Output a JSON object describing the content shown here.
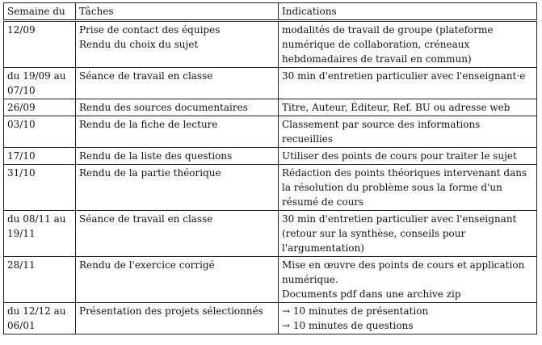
{
  "headers": [
    "Semaine du",
    "Tâches",
    "Indications"
  ],
  "rows": [
    {
      "week": "12/09",
      "tasks": [
        "Prise de contact des équipes",
        "Rendu du choix du sujet"
      ],
      "notes": [
        "modalités de travail de groupe (plateforme numérique de collaboration, créneaux hebdomadaires de travail en commun)"
      ]
    },
    {
      "week": "du 19/09 au 07/10",
      "tasks": [
        "Séance de travail en classe"
      ],
      "notes": [
        "30 min d'entretien particulier avec l'enseignant·e"
      ]
    },
    {
      "week": "26/09",
      "tasks": [
        "Rendu des sources documentaires"
      ],
      "notes": [
        "Titre, Auteur, Éditeur, Ref. BU ou adresse web"
      ]
    },
    {
      "week": "03/10",
      "tasks": [
        "Rendu de la fiche de lecture"
      ],
      "notes": [
        "Classement par source des informations recueillies"
      ]
    },
    {
      "week": "17/10",
      "tasks": [
        "Rendu de la liste des questions"
      ],
      "notes": [
        "Utiliser des points de cours pour traiter le sujet"
      ]
    },
    {
      "week": "31/10",
      "tasks": [
        "Rendu de la partie théorique"
      ],
      "notes": [
        "Rédaction des points théoriques intervenant dans la résolution du problème sous la forme d'un résumé de cours"
      ]
    },
    {
      "week": "du 08/11 au 19/11",
      "tasks": [
        "Séance de travail en classe"
      ],
      "notes": [
        "30 min d'entretien particulier avec l'enseignant (retour sur la synthèse, conseils pour l'argumentation)"
      ]
    },
    {
      "week": "28/11",
      "tasks": [
        "Rendu de l'exercice corrigé"
      ],
      "notes": [
        "Mise en œuvre des points de cours et application numérique.",
        "Documents pdf dans une archive zip"
      ]
    },
    {
      "week": "du 12/12 au 06/01",
      "tasks": [
        "Présentation des projets sélectionnés"
      ],
      "notes": [
        "→ 10 minutes de présentation",
        "→ 10 minutes de questions"
      ]
    }
  ]
}
